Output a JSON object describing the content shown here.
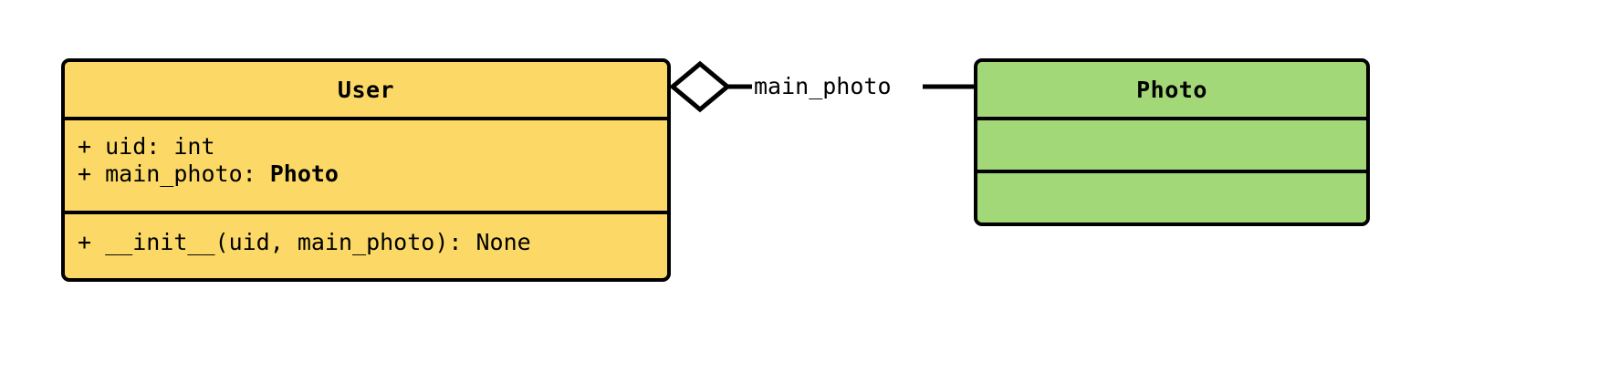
{
  "diagram": {
    "type": "uml-class-diagram",
    "background_color": "#ffffff",
    "line_color": "#000000"
  },
  "classes": [
    {
      "name": "User",
      "fill_color": "#fcd966",
      "attributes": [
        {
          "visibility": "+",
          "text": "+ uid: int",
          "prefix": "+ uid: int",
          "type_ref": ""
        },
        {
          "visibility": "+",
          "text": "+ main_photo: Photo",
          "prefix": "+ main_photo: ",
          "type_ref": "Photo"
        }
      ],
      "operations": [
        {
          "visibility": "+",
          "text": "+ __init__(uid, main_photo): None"
        }
      ]
    },
    {
      "name": "Photo",
      "fill_color": "#a2d878",
      "attributes": [],
      "operations": []
    }
  ],
  "relationship": {
    "kind": "aggregation",
    "label": "main_photo",
    "source": "User",
    "target": "Photo",
    "marker": "hollow-diamond"
  }
}
